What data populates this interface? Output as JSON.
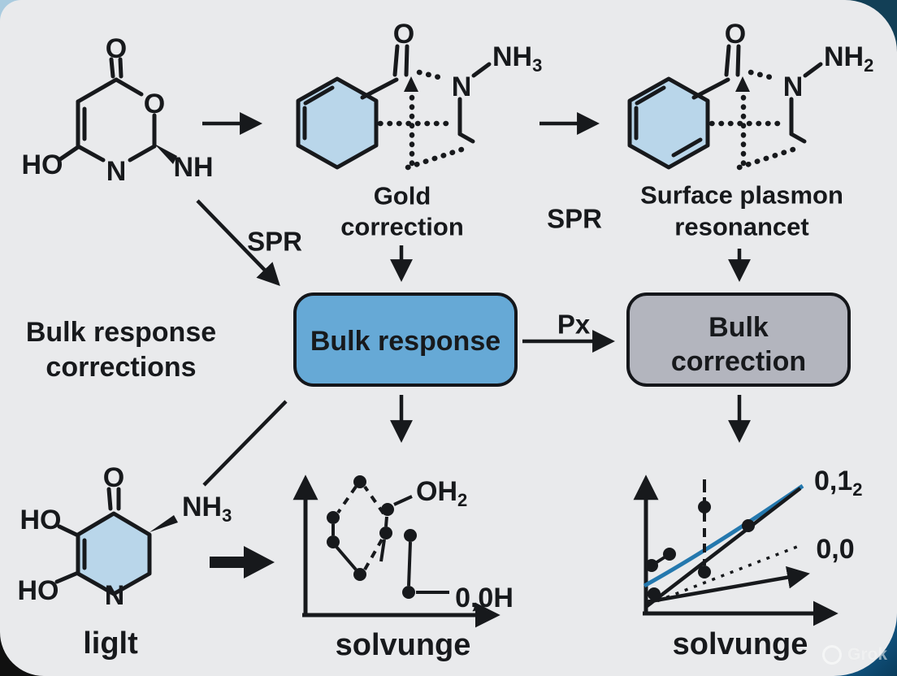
{
  "figure": {
    "colors": {
      "card_background": "#e9eaec",
      "ink": "#17191c",
      "box_blue": "#66a9d6",
      "box_gray": "#b3b5be",
      "hexagon_fill": "#b9d6ea",
      "curve_blue": "#2478ae",
      "corner_top_left": "#a9cbdf",
      "corner_top_right": "#123f56",
      "corner_bottom_left": "#101010",
      "corner_bottom_right": "#1668a0"
    },
    "molecules": {
      "top_left": {
        "carbonyl_o": "O",
        "ring_o": "O",
        "ring_n": "N",
        "hydroxyl": "HO",
        "amine": "NH"
      },
      "top_middle": {
        "carbonyl_o": "O",
        "n": "N",
        "amine_base": "NH",
        "amine_sub": "3",
        "caption_line1": "Gold",
        "caption_line2": "correction"
      },
      "top_right": {
        "carbonyl_o": "O",
        "n": "N",
        "amine_base": "NH",
        "amine_sub": "2",
        "caption_line1": "Surface plasmon",
        "caption_line2": "resonancet"
      },
      "bottom_left": {
        "carbonyl_o": "O",
        "ho_top": "HO",
        "ho_bottom": "HO",
        "ring_n": "N",
        "amine_base": "NH",
        "amine_sub": "3",
        "caption": "liglt"
      }
    },
    "flow": {
      "spr_label_left": "SPR",
      "spr_label_right": "SPR",
      "px_label": "Px",
      "bulk_response_box": "Bulk response",
      "bulk_correction_line1": "Bulk",
      "bulk_correction_line2": "correction",
      "side_note_line1": "Bulk response",
      "side_note_line2": "corrections"
    },
    "plots": {
      "middle": {
        "annotation_oh_base": "OH",
        "annotation_oh_sub": "2",
        "annotation_origin": "0,0H",
        "caption": "solvunge"
      },
      "right": {
        "annotation_top_base": "0,1",
        "annotation_top_sub": "2",
        "annotation_mid": "0,0",
        "caption": "solvunge"
      }
    },
    "watermark": "Grok"
  }
}
